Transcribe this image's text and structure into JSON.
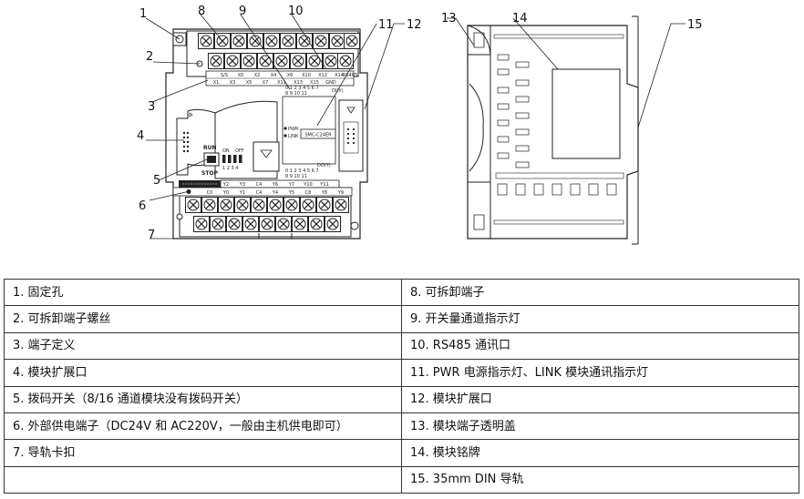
{
  "callouts": [
    "1",
    "2",
    "3",
    "4",
    "5",
    "6",
    "7",
    "8",
    "9",
    "10",
    "11",
    "12",
    "13",
    "14",
    "15"
  ],
  "device": {
    "top_row_labels": [
      "S/S",
      "X0",
      "X2",
      "X4",
      "X6",
      "X10",
      "X12",
      "X14"
    ],
    "bottom_row_labels": [
      "X1",
      "X3",
      "X5",
      "X7",
      "X11",
      "X13",
      "X15",
      "GND"
    ],
    "rs485_label": "RS485",
    "di_label": "DI(X)",
    "di_numbers_1": "0 1 2 3 4 5 6 7",
    "di_numbers_2": "8 9 10 11",
    "pwr_label": "PWR",
    "link_label": "LINK",
    "model": "SMC-C24ER",
    "do_label": "DO(Y)",
    "do_numbers_1": "0 1 2 3 4 5 6 7",
    "do_numbers_2": "8 9 10 11",
    "run_label": "RUN",
    "stop_label": "STOP",
    "dip_on_label": "ON",
    "dip_off_label": "OFF",
    "dip_numbers": "1 2 3 4",
    "out_row_1": [
      "Y2",
      "Y3",
      "C4",
      "Y6",
      "Y7",
      "Y10",
      "Y11"
    ],
    "out_row_2": [
      "C0",
      "Y0",
      "Y1",
      "C4",
      "Y4",
      "Y5",
      "C8",
      "Y8",
      "Y9"
    ]
  },
  "legend": {
    "rows": [
      [
        "1. 固定孔",
        "8. 可拆卸端子"
      ],
      [
        "2. 可拆卸端子螺丝",
        "9. 开关量通道指示灯"
      ],
      [
        "3. 端子定义",
        "10. RS485 通讯口"
      ],
      [
        "4. 模块扩展口",
        "11. PWR 电源指示灯、LINK 模块通讯指示灯"
      ],
      [
        "5. 拨码开关（8/16 通道模块没有拨码开关）",
        "12. 模块扩展口"
      ],
      [
        "6. 外部供电端子（DC24V 和 AC220V，一般由主机供电即可）",
        "13. 模块端子透明盖"
      ],
      [
        "7. 导轨卡扣",
        "14. 模块铭牌"
      ],
      [
        "",
        "15. 35mm DIN 导轨"
      ]
    ]
  }
}
